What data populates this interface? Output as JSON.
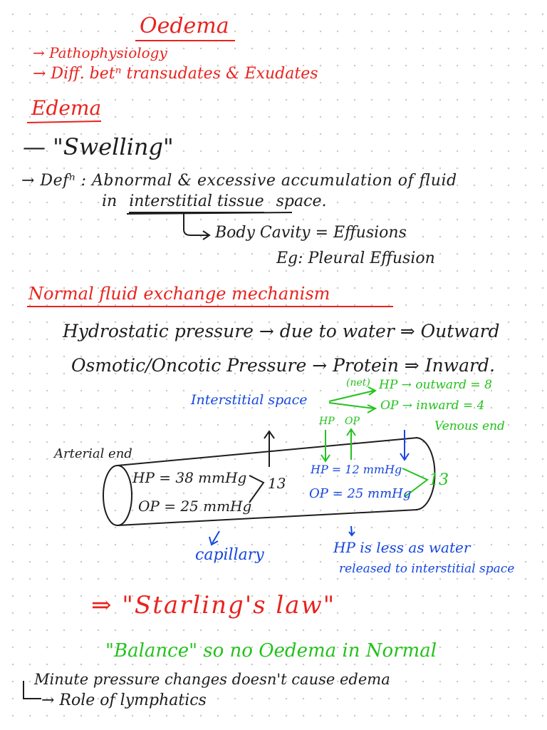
{
  "title": "Oedema",
  "outline": [
    "→ Pathophysiology",
    "→ Diff. betⁿ transudates & Exudates"
  ],
  "section_edema": "Edema",
  "swelling": "— \"Swelling\"",
  "defn_line1": "→ Defⁿ : Abnormal & excessive accumulation of fluid",
  "defn_line2_prefix": "in",
  "defn_underlined": "interstitial tissue",
  "defn_line2_suffix": "space.",
  "body_cavity": "Body Cavity = Effusions",
  "eg_pleural": "Eg: Pleural Effusion",
  "section_normal": "Normal fluid exchange mechanism",
  "hydrostatic": "Hydrostatic pressure → due to water ⇒ Outward",
  "osmotic": "Osmotic/Oncotic Pressure → Protein ⇒ Inward.",
  "interstitial_space": "Interstitial space",
  "net_label": "(net)",
  "venous_hp": "HP → outward = 8",
  "venous_op": "OP → inward = 4",
  "venous_end": "Venous end",
  "hp_label": "HP",
  "op_label": "OP",
  "arterial_end": "Arterial end",
  "art_hp": "HP = 38 mmHg",
  "art_op": "OP = 25 mmHg",
  "art_net": "13",
  "ven_hp": "HP = 12 mmHg",
  "ven_op": "OP = 25 mmHg",
  "ven_net": "13",
  "capillary": "capillary",
  "hp_less_line1": "HP is less as water",
  "hp_less_line2": "released to interstitial space",
  "starling": "⇒ \"Starling's law\"",
  "balance": "\"Balance\" so no Oedema in Normal",
  "minute": "Minute pressure changes doesn't cause edema",
  "lymphatics": "→ Role of lymphatics",
  "colors": {
    "red": "#e8231e",
    "black": "#1d1d1d",
    "blue": "#1646dd",
    "green": "#23c21c"
  }
}
